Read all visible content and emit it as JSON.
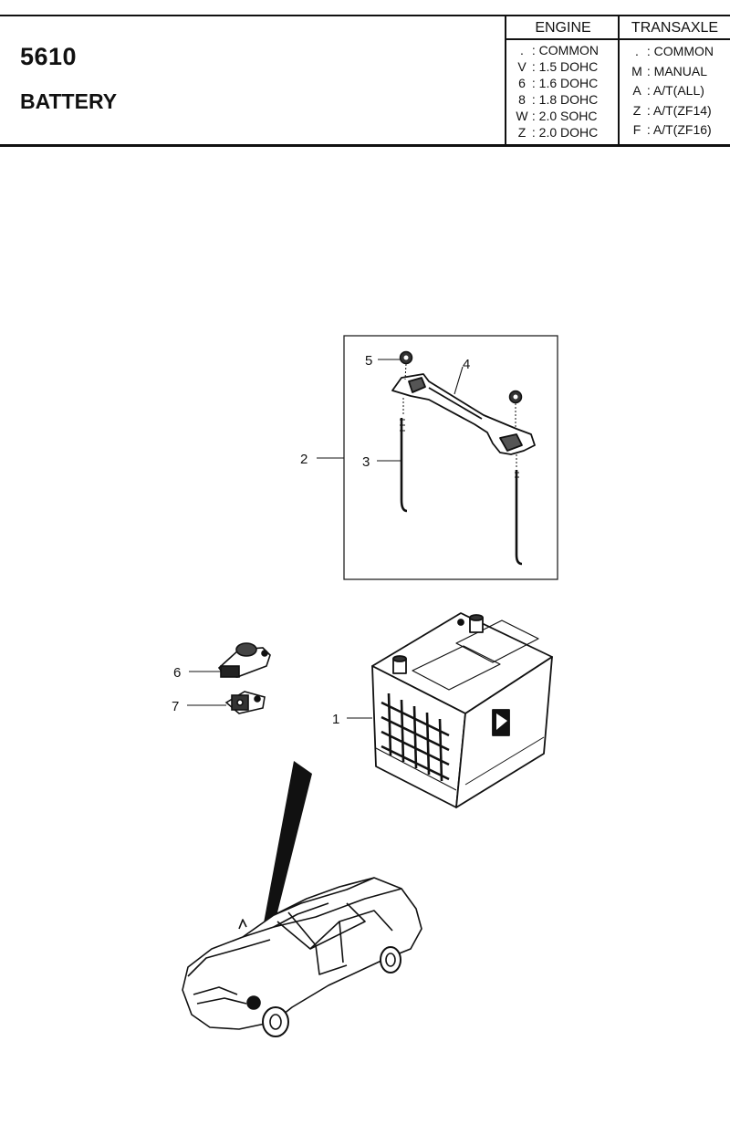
{
  "header": {
    "code": "5610",
    "title": "BATTERY",
    "engine": {
      "heading": "ENGINE",
      "rows": [
        {
          "key": ".",
          "label": "COMMON"
        },
        {
          "key": "V",
          "label": "1.5 DOHC"
        },
        {
          "key": "6",
          "label": "1.6 DOHC"
        },
        {
          "key": "8",
          "label": "1.8 DOHC"
        },
        {
          "key": "W",
          "label": "2.0 SOHC"
        },
        {
          "key": "Z",
          "label": "2.0 DOHC"
        }
      ]
    },
    "transaxle": {
      "heading": "TRANSAXLE",
      "rows": [
        {
          "key": ".",
          "label": "COMMON"
        },
        {
          "key": "M",
          "label": "MANUAL"
        },
        {
          "key": "A",
          "label": "A/T(ALL)"
        },
        {
          "key": "Z",
          "label": "A/T(ZF14)"
        },
        {
          "key": "F",
          "label": "A/T(ZF16)"
        }
      ]
    }
  },
  "callouts": [
    "1",
    "2",
    "3",
    "4",
    "5",
    "6",
    "7"
  ]
}
